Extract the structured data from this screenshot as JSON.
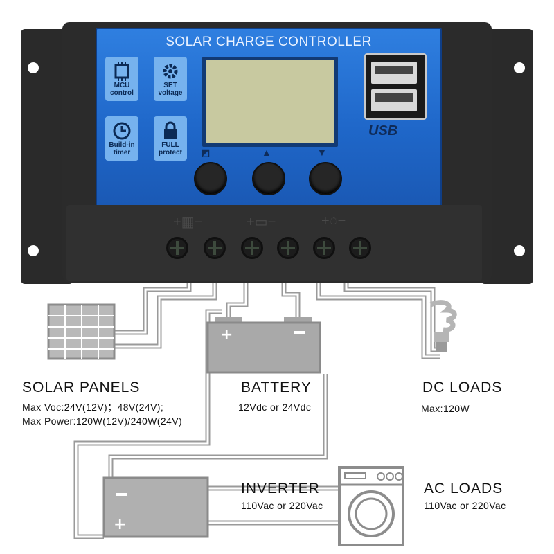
{
  "controller": {
    "title": "SOLAR CHARGE CONTROLLER",
    "tiles": [
      {
        "label": "MCU control",
        "icon": "chip-icon"
      },
      {
        "label": "SET voltage",
        "icon": "gear-icon"
      },
      {
        "label": "Build-in timer",
        "icon": "clock-icon"
      },
      {
        "label": "FULL protect",
        "icon": "lock-icon"
      }
    ],
    "usb_label": "USB",
    "button_icons": [
      "light-toggle-icon",
      "up-arrow-icon",
      "down-arrow-icon"
    ]
  },
  "solar": {
    "heading": "SOLAR  PANELS",
    "line1": "Max  Voc:24V(12V)；48V(24V);",
    "line2": "Max  Power:120W(12V)/240W(24V)"
  },
  "battery": {
    "heading": "BATTERY",
    "line1": "12Vdc  or  24Vdc"
  },
  "dc_loads": {
    "heading": "DC  LOADS",
    "line1": "Max:120W"
  },
  "inverter": {
    "heading": "INVERTER",
    "line1": "110Vac  or  220Vac"
  },
  "ac_loads": {
    "heading": "AC  LOADS",
    "line1": "110Vac  or  220Vac"
  },
  "colors": {
    "panel_blue": "#1f67c9",
    "wire_gray": "#9a9a9a",
    "housing": "#2b2b2b"
  }
}
